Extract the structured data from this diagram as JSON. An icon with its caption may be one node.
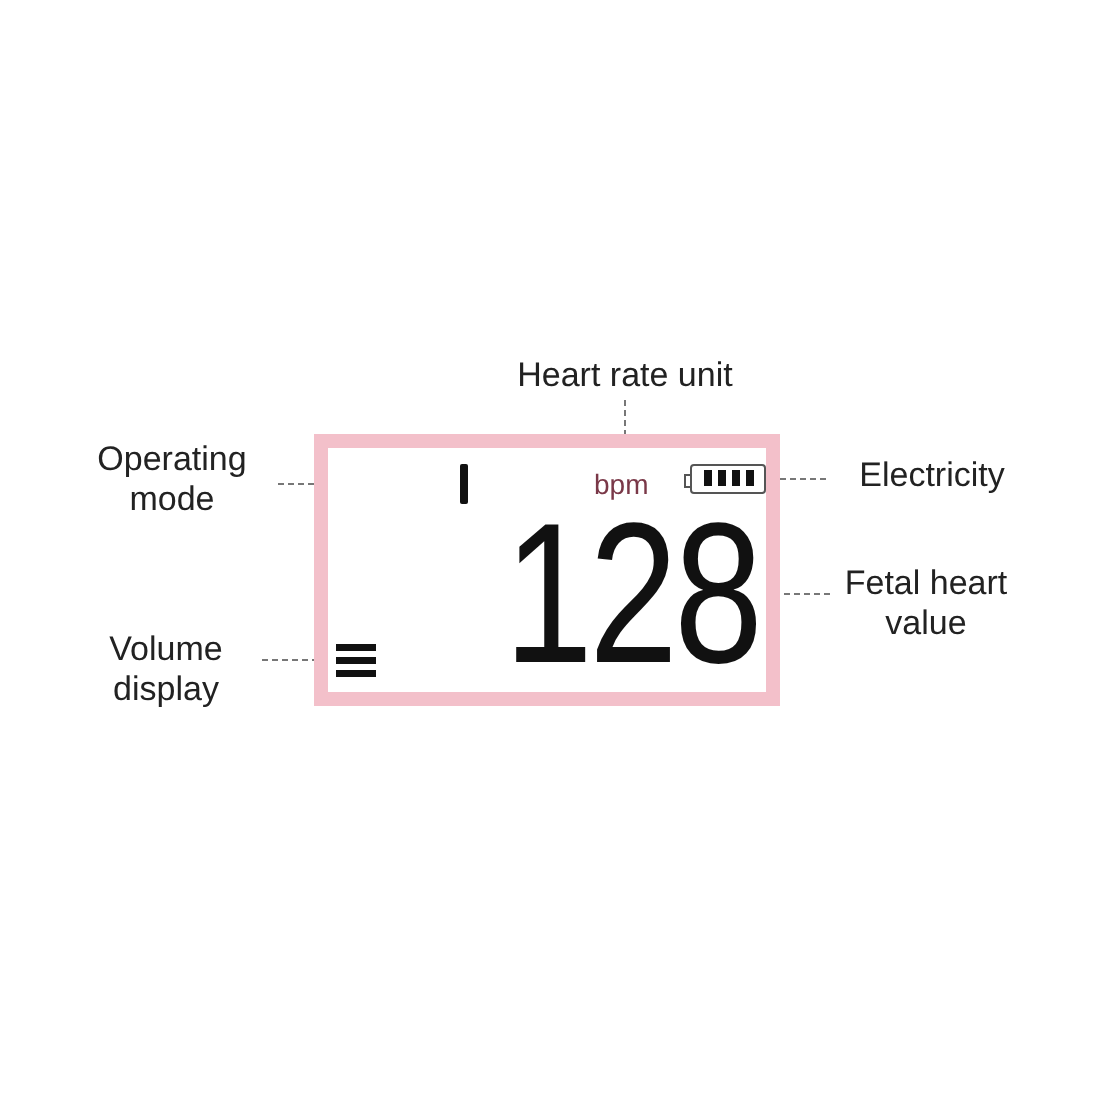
{
  "diagram": {
    "nodes": [
      {
        "text": [],
        "shape": "box"
      },
      {
        "text": [],
        "shape": "bar",
        "in": 0
      },
      {
        "text": [
          "bpm"
        ],
        "in": 0
      },
      {
        "text": [],
        "shape": "box",
        "in": 0
      },
      {
        "text": [
          "128"
        ],
        "in": 0
      },
      {
        "text": [],
        "shape": "bar",
        "in": 0
      },
      {
        "text": [
          "Heart rate unit"
        ]
      },
      {
        "text": [
          "Operating mode"
        ]
      },
      {
        "text": [
          "Electricity"
        ]
      },
      {
        "text": [
          "Fetal heart value"
        ]
      },
      {
        "text": [
          "Volume display"
        ]
      }
    ],
    "edges": [
      {
        "from": 6,
        "to": 2,
        "arrow": "none"
      },
      {
        "from": 7,
        "to": 1,
        "arrow": "none"
      },
      {
        "from": 8,
        "to": 3,
        "arrow": "none"
      },
      {
        "from": 9,
        "to": 4,
        "arrow": "none"
      },
      {
        "from": 10,
        "to": 5,
        "arrow": "none"
      }
    ]
  }
}
